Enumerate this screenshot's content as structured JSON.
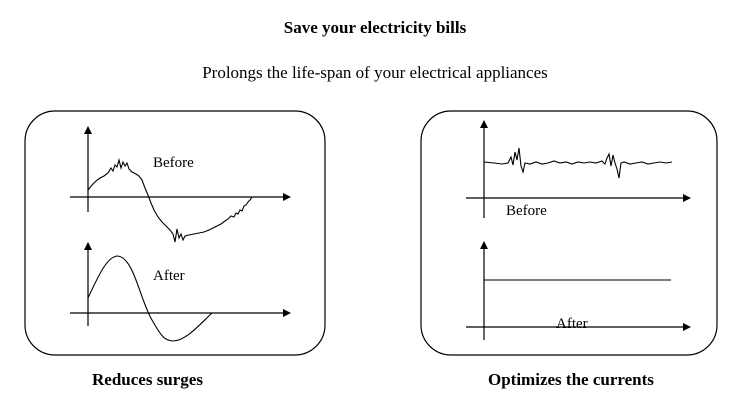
{
  "title": "Save your electricity  bills",
  "subtitle": "Prolongs the life-span of your electrical appliances",
  "left_panel": {
    "before_label": "Before",
    "after_label": "After",
    "caption": "Reduces surges"
  },
  "right_panel": {
    "before_label": "Before",
    "after_label": "After",
    "caption": "Optimizes the currents"
  }
}
